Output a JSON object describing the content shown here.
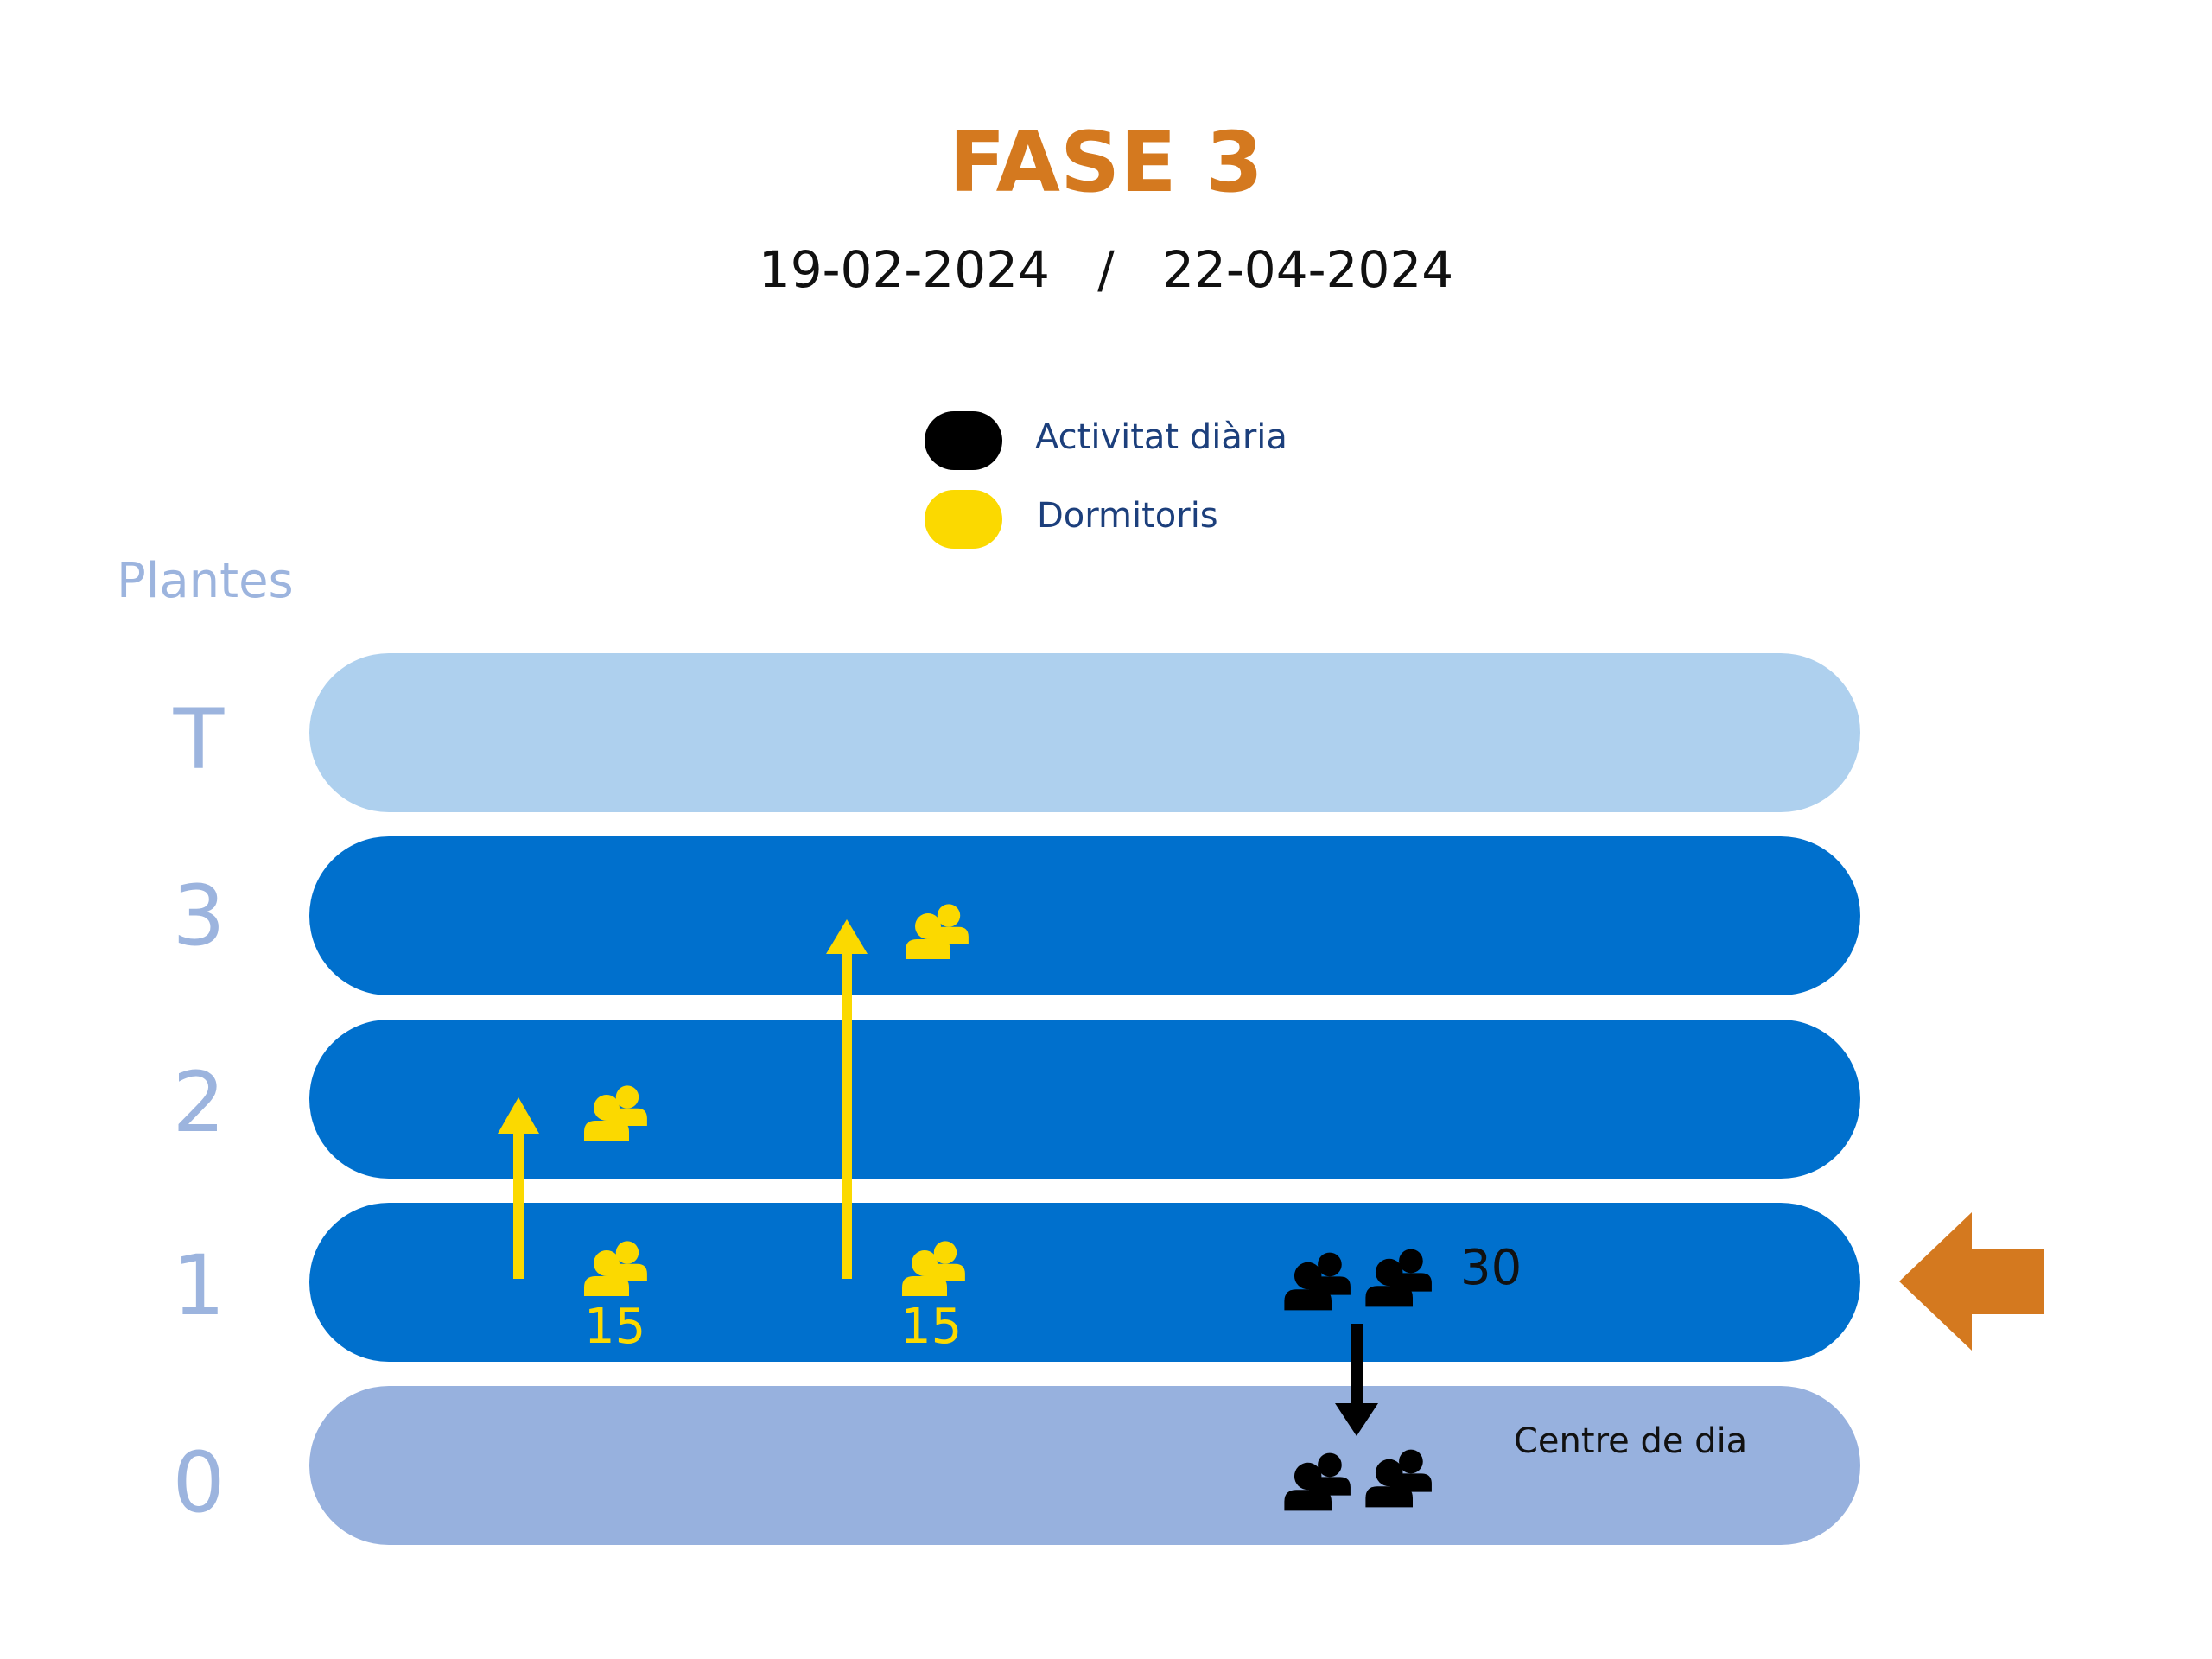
{
  "title": "FASE 3",
  "dates": {
    "start": "19-02-2024",
    "separator": "/",
    "end": "22-04-2024"
  },
  "legend": [
    {
      "label": "Activitat diària",
      "color": "#000000"
    },
    {
      "label": "Dormitoris",
      "color": "#fbd900"
    }
  ],
  "axis_title": "Plantes",
  "floors": [
    {
      "label": "T",
      "color": "#aed0ee"
    },
    {
      "label": "3",
      "color": "#0070cd"
    },
    {
      "label": "2",
      "color": "#0070cd"
    },
    {
      "label": "1",
      "color": "#0070cd"
    },
    {
      "label": "0",
      "color": "#97b1de"
    }
  ],
  "counts": {
    "dorm_group_a": "15",
    "dorm_group_b": "15",
    "daily_activity": "30"
  },
  "center_label": "Centre de dia",
  "colors": {
    "title": "#d4791f",
    "axis_label": "#9cb4de",
    "dormitoris": "#fbd900",
    "activitat": "#000000",
    "current_floor_marker": "#d4791f"
  },
  "icons": {
    "people": "people-group-icon",
    "up_arrow": "arrow-up-icon",
    "down_arrow": "arrow-down-icon",
    "marker": "arrow-left-icon"
  }
}
